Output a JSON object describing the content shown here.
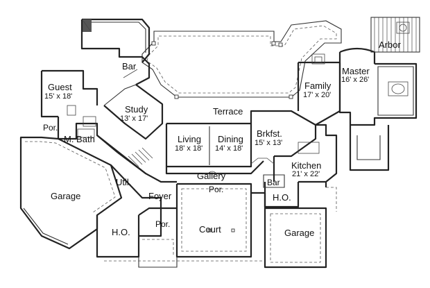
{
  "rooms": {
    "arbor": "Arbor",
    "master": "Master",
    "master_size": "16' x 26'",
    "family": "Family",
    "family_size": "17' x 20'",
    "terrace": "Terrace",
    "bar_top": "Bar",
    "guest": "Guest",
    "guest_size": "15' x 18'",
    "study": "Study",
    "study_size": "13' x 17'",
    "por_left": "Por.",
    "m_bath": "M. Bath",
    "living": "Living",
    "living_size": "18' x 18'",
    "dining": "Dining",
    "dining_size": "14' x 18'",
    "brkfst": "Brkfst.",
    "brkfst_size": "15' x 13'",
    "kitchen": "Kitchen",
    "kitchen_size": "21' x 22'",
    "gallery": "Gallery",
    "por_gallery": "Por.",
    "bar_kitchen": "Bar",
    "ho_right": "H.O.",
    "util": "Util.",
    "garage_left": "Garage",
    "foyer": "Foyer",
    "por_foyer": "Por.",
    "court": "Court",
    "ho_left": "H.O.",
    "garage_right": "Garage"
  }
}
